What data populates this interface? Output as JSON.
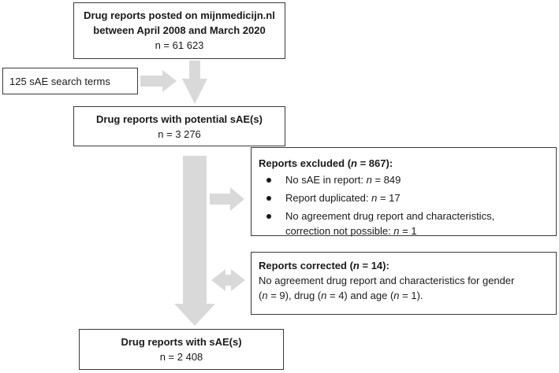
{
  "boxes": {
    "top": {
      "line1": "Drug reports posted on mijnmedicijn.nl",
      "line2": "between April 2008 and March 2020",
      "count": "n = 61 623"
    },
    "search_terms": {
      "label": "125 sAE search terms"
    },
    "potential": {
      "title": "Drug reports with potential sAE(s)",
      "count": "n = 3 276"
    },
    "excluded": {
      "title_prefix": "Reports excluded (",
      "title_n": "n",
      "title_suffix": " = 867):",
      "items": [
        {
          "text": "No sAE in report: ",
          "n": "n",
          "value": " = 849"
        },
        {
          "text": "Report duplicated: ",
          "n": "n",
          "value": " = 17"
        },
        {
          "text_line1": "No agreement drug report and characteristics,",
          "text_line2": "correction not possible: ",
          "n": "n",
          "value": " = 1"
        }
      ]
    },
    "corrected": {
      "title_prefix": "Reports corrected (",
      "title_n": "n",
      "title_suffix": " = 14):",
      "line1": "No agreement drug report and characteristics for gender",
      "line2_a": "(",
      "line2_n1": "n",
      "line2_b": " = 9), drug (",
      "line2_n2": "n",
      "line2_c": " = 4) and age (",
      "line2_n3": "n",
      "line2_d": " = 1)."
    },
    "final": {
      "title": "Drug reports with sAE(s)",
      "count": "n = 2 408"
    }
  },
  "colors": {
    "arrow": "#d9d9d9",
    "border": "#3a3a3a",
    "text": "#1a1a1a"
  }
}
